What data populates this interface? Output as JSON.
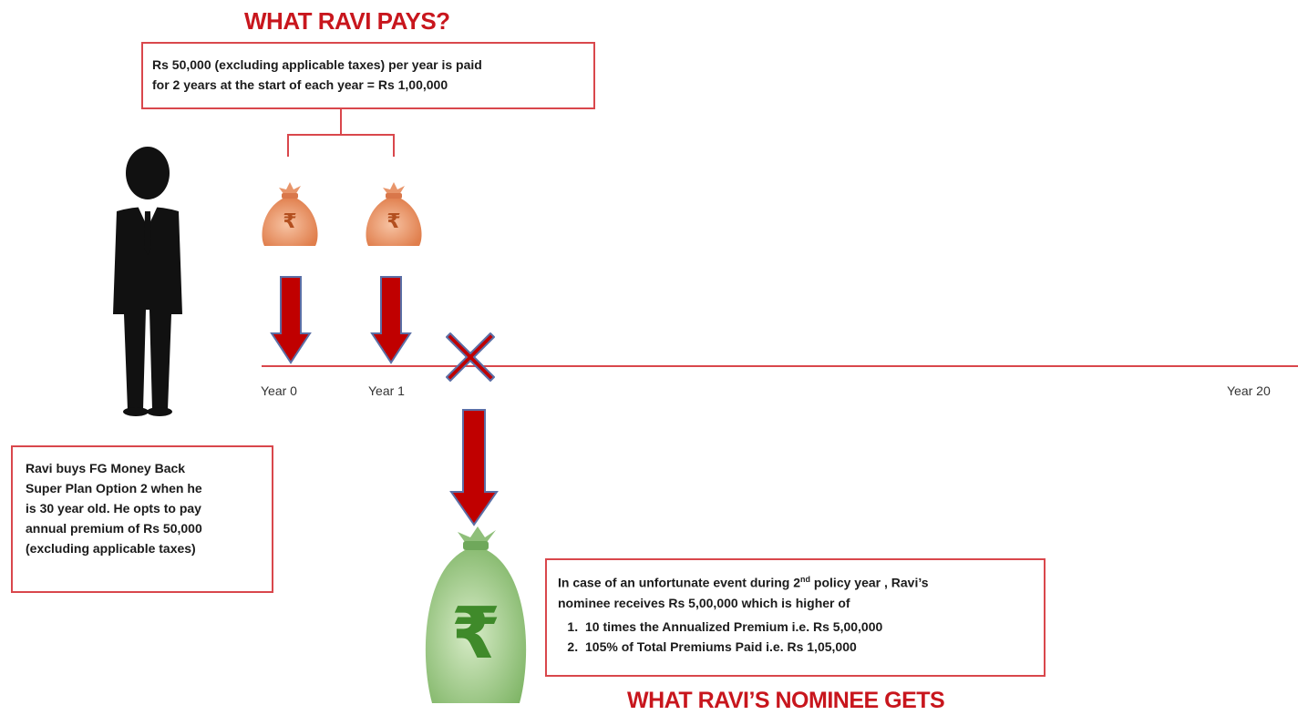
{
  "header": {
    "title_pays": "WHAT RAVI PAYS?",
    "title_gets": "WHAT RAVI’S NOMINEE GETS"
  },
  "pays_box": {
    "line1": "Rs 50,000 (excluding applicable taxes) per year is paid",
    "line2": "for 2 years at the start of each year = Rs 1,00,000"
  },
  "ravi_box": {
    "line1": "Ravi buys FG Money Back",
    "line2": "Super Plan Option 2 when he",
    "line3": "is 30 year old. He opts to pay",
    "line4": "annual premium of Rs 50,000",
    "line5": "(excluding applicable taxes)"
  },
  "nominee_box": {
    "intro_a": "In case of an unfortunate event during 2",
    "intro_sup": "nd",
    "intro_b": " policy year , Ravi’s",
    "intro_line2": "nominee receives Rs 5,00,000 which is higher of",
    "items": [
      "10 times the Annualized Premium i.e. Rs 5,00,000",
      "105% of Total Premiums Paid i.e. Rs 1,05,000"
    ]
  },
  "timeline": {
    "year_start": "Year 0",
    "year_second": "Year 1",
    "year_end": "Year 20"
  },
  "icons": {
    "person": "businessman-icon",
    "money_bag": "rupee-money-bag-icon",
    "death_marker": "cross-icon",
    "rupee_symbol": "₹"
  },
  "colors": {
    "accent_red": "#c8161d",
    "box_border": "#d9474c",
    "arrow_red": "#c00000",
    "arrow_outline": "#5b6fa6",
    "bag_orange": "#e8956a",
    "bag_green": "#8fbf7a"
  }
}
